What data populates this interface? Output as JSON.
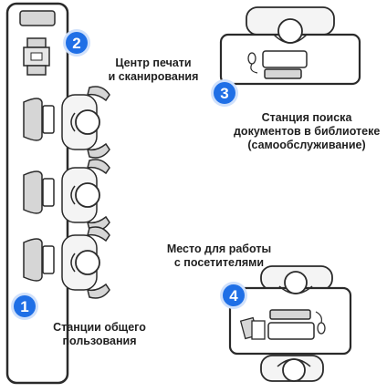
{
  "colors": {
    "badge_fill": "#1f6fe6",
    "badge_ring": "#cfe0fb",
    "outline": "#2a2a2a",
    "furniture_fill": "#d6d6d6",
    "chair_fill": "#f4f4f4"
  },
  "stations": [
    {
      "number": "1",
      "lines": [
        "Станции общего",
        "пользования"
      ]
    },
    {
      "number": "2",
      "lines": [
        "Центр печати",
        "и сканирования"
      ]
    },
    {
      "number": "3",
      "lines": [
        "Станция поиска",
        "документов в библиотеке",
        "(самообслуживание)"
      ]
    },
    {
      "number": "4",
      "lines": [
        "Место для работы",
        "с посетителями"
      ]
    }
  ],
  "icons": [
    "counter-icon",
    "printer-icon",
    "workstation-icon",
    "person-icon",
    "monitor-icon",
    "keyboard-icon",
    "mouse-icon",
    "document-icon"
  ]
}
